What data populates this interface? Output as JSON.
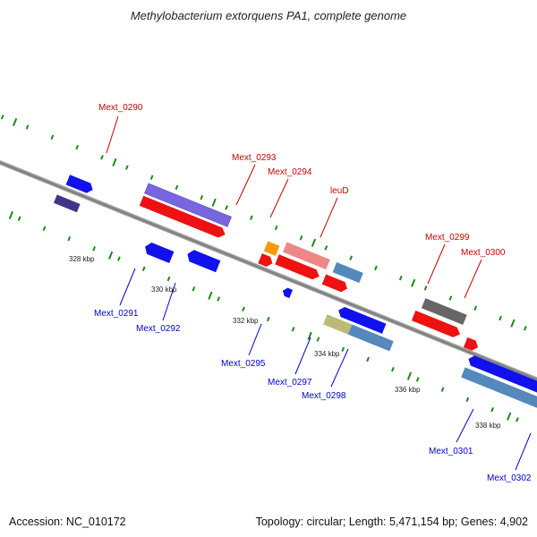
{
  "title": "Methylobacterium extorquens PA1, complete genome",
  "footer": {
    "accession": "Accession: NC_010172",
    "summary": "Topology: circular; Length: 5,471,154 bp; Genes: 4,902"
  },
  "colors": {
    "label_top": "#cc0000",
    "label_bottom": "#0000cc",
    "tick": "#1a8a1a",
    "backbone": "#8a8a8a"
  },
  "scale_labels": [
    "328 kbp",
    "330 kbp",
    "332 kbp",
    "334 kbp",
    "336 kbp",
    "338 kbp"
  ],
  "gene_labels": [
    {
      "name": "Mext_0290",
      "strand": "top"
    },
    {
      "name": "Mext_0293",
      "strand": "top"
    },
    {
      "name": "Mext_0294",
      "strand": "top"
    },
    {
      "name": "leuD",
      "strand": "top"
    },
    {
      "name": "Mext_0299",
      "strand": "top"
    },
    {
      "name": "Mext_0300",
      "strand": "top"
    },
    {
      "name": "Mext_0291",
      "strand": "bottom"
    },
    {
      "name": "Mext_0292",
      "strand": "bottom"
    },
    {
      "name": "Mext_0295",
      "strand": "bottom"
    },
    {
      "name": "Mext_0297",
      "strand": "bottom"
    },
    {
      "name": "Mext_0298",
      "strand": "bottom"
    },
    {
      "name": "Mext_0301",
      "strand": "bottom"
    },
    {
      "name": "Mext_0302",
      "strand": "bottom"
    }
  ],
  "feature_colors": {
    "red": "#ee1111",
    "blue": "#1111ee",
    "purple": "#7766dd",
    "pink": "#ee8888",
    "orange": "#ff9900",
    "steel": "#5588bb",
    "khaki": "#bbbb77",
    "gray": "#666666",
    "navy": "#443388"
  }
}
